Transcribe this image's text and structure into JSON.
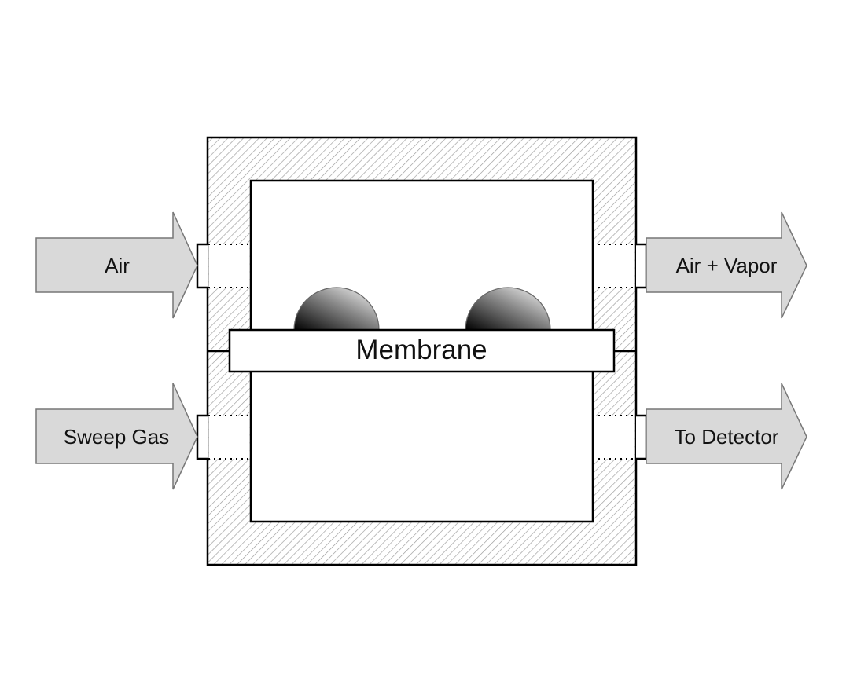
{
  "diagram": {
    "title": "Membrane separation cell",
    "membrane_label": "Membrane",
    "inlets": [
      {
        "label": "Air"
      },
      {
        "label": "Sweep Gas"
      }
    ],
    "outlets": [
      {
        "label": "Air + Vapor"
      },
      {
        "label": "To Detector"
      }
    ],
    "droplet_count": 2,
    "colors": {
      "arrow_fill": "#d9d9d9",
      "arrow_stroke": "#777777",
      "hatch": "#9a9a9a",
      "outline": "#000000"
    }
  }
}
